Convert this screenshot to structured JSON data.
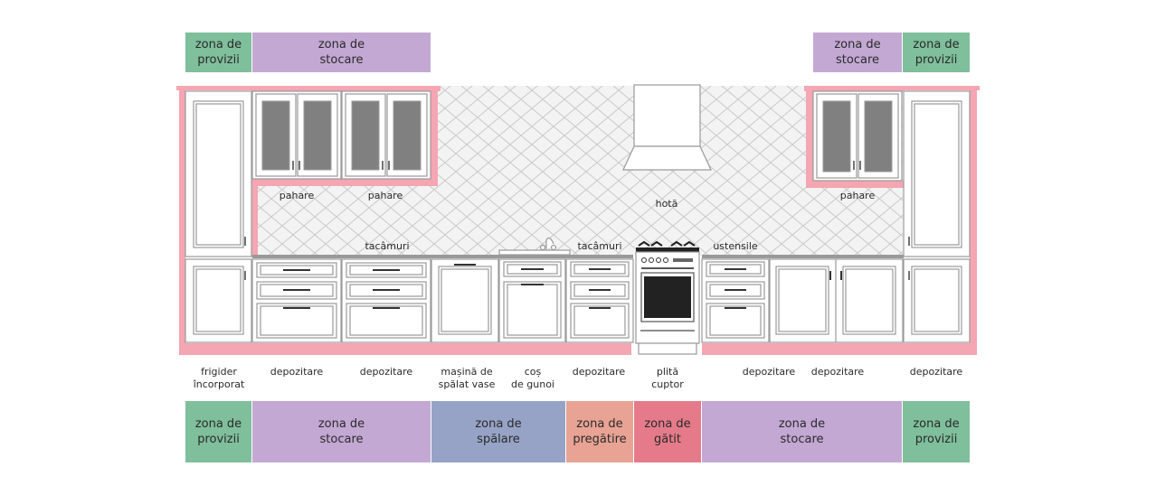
{
  "colors": {
    "provizii": "#7fbf9c",
    "stocare": "#c3a8d4",
    "spalare": "#97a3c6",
    "pregatire": "#e8a394",
    "gatit": "#e57b8a",
    "highlight": "#f4a6b2",
    "cabinet_stroke": "#9a9a9a",
    "glass": "#808080"
  },
  "top_zones": [
    {
      "id": "provizii-left",
      "text": "zona de\nprovizii",
      "color": "#7fbf9c"
    },
    {
      "id": "stocare-left",
      "text": "zona de\nstocare",
      "color": "#c3a8d4"
    },
    {
      "id": "stocare-right",
      "text": "zona de\nstocare",
      "color": "#c3a8d4"
    },
    {
      "id": "provizii-right",
      "text": "zona de\nprovizii",
      "color": "#7fbf9c"
    }
  ],
  "bottom_zones": [
    {
      "id": "provizii-left",
      "text": "zona de\nprovizii",
      "color": "#7fbf9c"
    },
    {
      "id": "stocare-left",
      "text": "zona de\nstocare",
      "color": "#c3a8d4"
    },
    {
      "id": "spalare",
      "text": "zona de\nspălare",
      "color": "#97a3c6"
    },
    {
      "id": "pregatire",
      "text": "zona de\npregătire",
      "color": "#e8a394"
    },
    {
      "id": "gatit",
      "text": "zona de\ngătit",
      "color": "#e57b8a"
    },
    {
      "id": "stocare-right",
      "text": "zona de\nstocare",
      "color": "#c3a8d4"
    },
    {
      "id": "provizii-right",
      "text": "zona de\nprovizii",
      "color": "#7fbf9c"
    }
  ],
  "wall_labels": {
    "pahare_1": "pahare",
    "pahare_2": "pahare",
    "pahare_3": "pahare",
    "hota": "hotă",
    "tacamuri_1": "tacâmuri",
    "tacamuri_2": "tacâmuri",
    "ustensile": "ustensile"
  },
  "base_labels": [
    {
      "id": "frigider",
      "text": "frigider\nîncorporat"
    },
    {
      "id": "depozitare-1",
      "text": "depozitare"
    },
    {
      "id": "depozitare-2",
      "text": "depozitare"
    },
    {
      "id": "masina",
      "text": "mașină de\nspălat vase"
    },
    {
      "id": "cos",
      "text": "coș\nde gunoi"
    },
    {
      "id": "depozitare-3",
      "text": "depozitare"
    },
    {
      "id": "plita",
      "text": "plită\ncuptor"
    },
    {
      "id": "depozitare-4",
      "text": "depozitare"
    },
    {
      "id": "depozitare-5",
      "text": "depozitare"
    },
    {
      "id": "depozitare-6",
      "text": "depozitare"
    }
  ]
}
